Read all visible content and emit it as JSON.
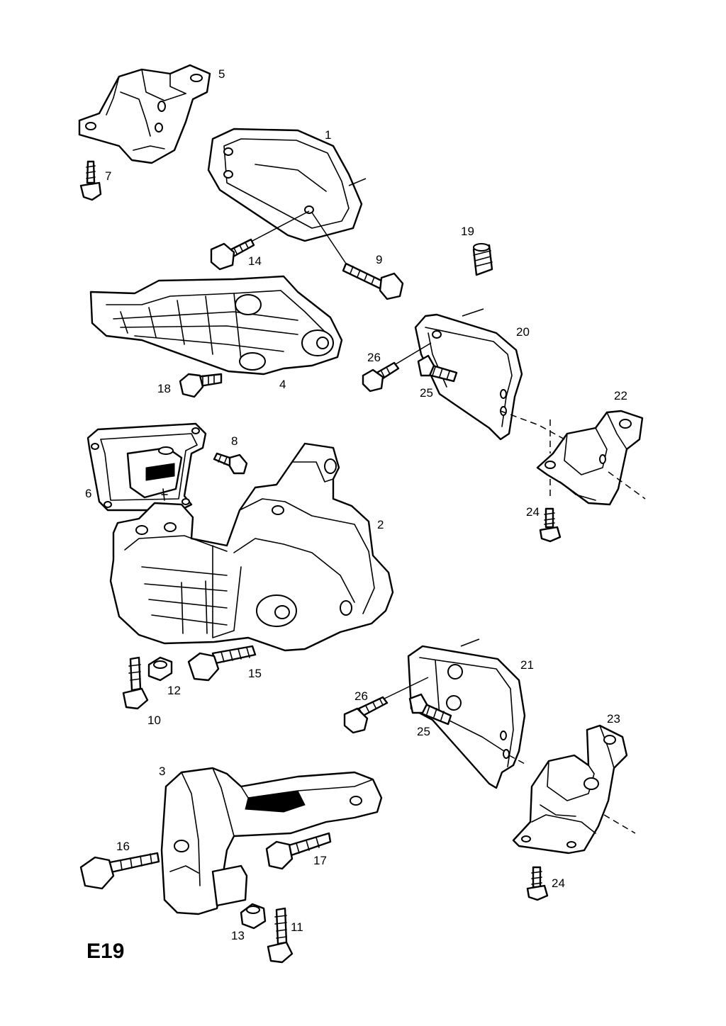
{
  "diagram_code": "E19",
  "callouts": {
    "c1": "1",
    "c2": "2",
    "c3": "3",
    "c4": "4",
    "c5": "5",
    "c6": "6",
    "c7": "7",
    "c8": "8",
    "c9": "9",
    "c10": "10",
    "c11": "11",
    "c12": "12",
    "c13": "13",
    "c14": "14",
    "c15": "15",
    "c16": "16",
    "c17": "17",
    "c18": "18",
    "c19": "19",
    "c20": "20",
    "c21": "21",
    "c22": "22",
    "c23": "23",
    "c24a": "24",
    "c24b": "24",
    "c25a": "25",
    "c25b": "25",
    "c26a": "26",
    "c26b": "26"
  }
}
